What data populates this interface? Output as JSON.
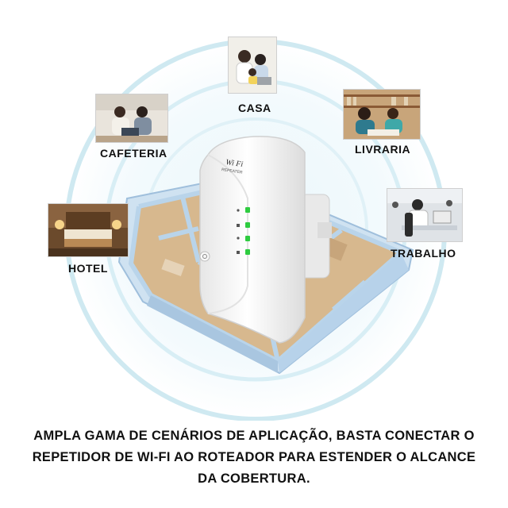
{
  "scenarios": {
    "casa": "CASA",
    "cafeteria": "CAFETERIA",
    "livraria": "LIVRARIA",
    "hotel": "HOTEL",
    "trabalho": "TRABALHO"
  },
  "device": {
    "logo_text": "Wi Fi",
    "model_text": "REPEATER"
  },
  "colors": {
    "ring": "#d4ecf3",
    "device_body": "#f4f4f4",
    "led": "#2ecc40",
    "floor": "#d8b98e",
    "wall": "#c9dff0"
  },
  "caption": {
    "line1": "AMPLA GAMA DE CENÁRIOS DE APLICAÇÃO, BASTA CONECTAR O",
    "line2": "REPETIDOR DE WI-FI AO ROTEADOR PARA ESTENDER O ALCANCE",
    "line3": "DA COBERTURA."
  }
}
